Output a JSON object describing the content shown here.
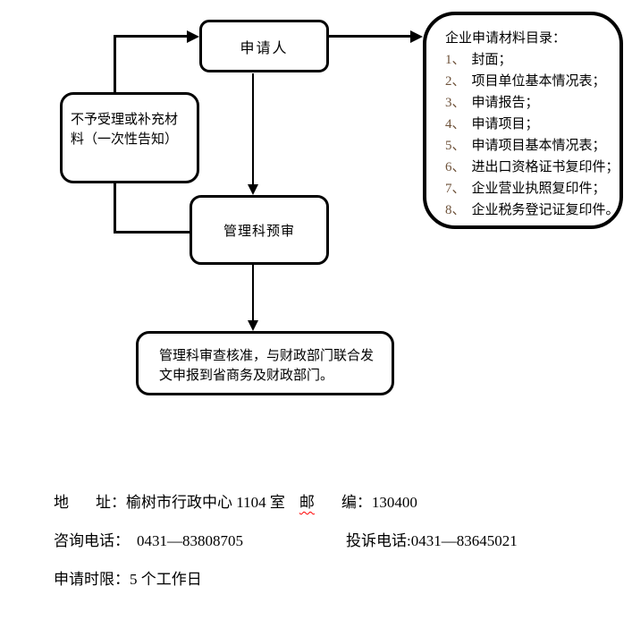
{
  "colors": {
    "background": "#ffffff",
    "ink": "#000000",
    "list_number": "#6e523a",
    "spellcheck_underline": "#ff0000"
  },
  "flowchart": {
    "applicant": {
      "label": "申请人"
    },
    "reject": {
      "label": "不予受理或补充材料（一次性告知）"
    },
    "preview": {
      "label": "管理科预审"
    },
    "approve": {
      "label": "管理科审查核准，与财政部门联合发文申报到省商务及财政部门。"
    },
    "materials": {
      "title": "企业申请材料目录：",
      "items": [
        {
          "num": "1、",
          "text": "封面；"
        },
        {
          "num": "2、",
          "text": "项目单位基本情况表；"
        },
        {
          "num": "3、",
          "text": "申请报告；"
        },
        {
          "num": "4、",
          "text": "申请项目；"
        },
        {
          "num": "5、",
          "text": "申请项目基本情况表；"
        },
        {
          "num": "6、",
          "text": "进出口资格证书复印件；"
        },
        {
          "num": "7、",
          "text": "企业营业执照复印件；"
        },
        {
          "num": "8、",
          "text": "企业税务登记证复印件。"
        }
      ]
    }
  },
  "footer": {
    "address": {
      "label1": "地",
      "label2": "址：",
      "value": "榆树市行政中心 1104 室"
    },
    "postal": {
      "label1": "邮",
      "label2": "编：",
      "value": "130400"
    },
    "consult": {
      "label": "咨询电话：",
      "value": "0431—83808705"
    },
    "complaint": {
      "label": "投诉电话:",
      "value": "0431—83645021"
    },
    "deadline": {
      "label": "申请时限：",
      "value": "5 个工作日"
    }
  }
}
